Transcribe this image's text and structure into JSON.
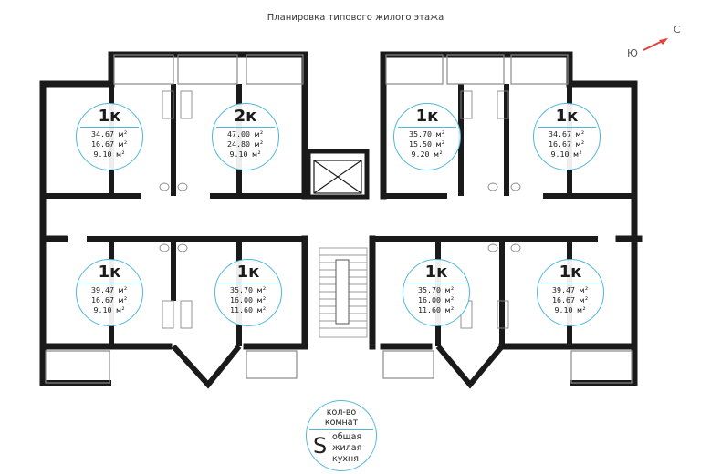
{
  "title": "Планировка типового жилого этажа",
  "compass": {
    "north": "С",
    "south": "Ю",
    "arrow_color": "#e0433a"
  },
  "accent_color": "#4fb7de",
  "units": [
    {
      "id": "a1",
      "rooms": "1к",
      "areas": [
        "34.67 м²",
        "16.67 м²",
        "9.10 м²"
      ]
    },
    {
      "id": "a2",
      "rooms": "2к",
      "areas": [
        "47.00 м²",
        "24.80 м²",
        "9.10 м²"
      ]
    },
    {
      "id": "a3",
      "rooms": "1к",
      "areas": [
        "35.70 м²",
        "15.50 м²",
        "9.20 м²"
      ]
    },
    {
      "id": "a4",
      "rooms": "1к",
      "areas": [
        "34.67 м²",
        "16.67 м²",
        "9.10 м²"
      ]
    },
    {
      "id": "a5",
      "rooms": "1к",
      "areas": [
        "39.47 м²",
        "16.67 м²",
        "9.10 м²"
      ]
    },
    {
      "id": "a6",
      "rooms": "1к",
      "areas": [
        "35.70 м²",
        "16.00 м²",
        "11.60 м²"
      ]
    },
    {
      "id": "a7",
      "rooms": "1к",
      "areas": [
        "35.70 м²",
        "16.00 м²",
        "11.60 м²"
      ]
    },
    {
      "id": "a8",
      "rooms": "1к",
      "areas": [
        "39.47 м²",
        "16.67 м²",
        "9.10 м²"
      ]
    }
  ],
  "legend": {
    "line1": "кол-во",
    "line2": "комнат",
    "symbol": "S",
    "items": [
      "общая",
      "жилая",
      "кухня"
    ]
  }
}
